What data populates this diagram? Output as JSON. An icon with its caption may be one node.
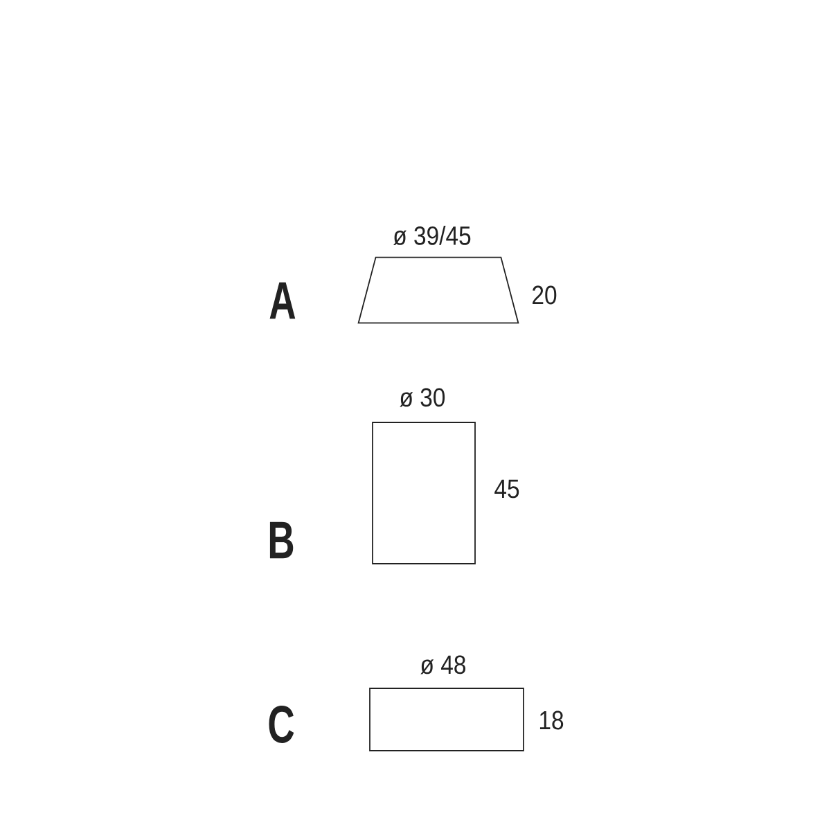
{
  "diagram": {
    "nodes": [
      {
        "text": [],
        "shape": "trapezoid",
        "beside": [
          "A",
          "ø 39/45",
          "20"
        ]
      },
      {
        "text": [],
        "shape": "box",
        "beside": [
          "B",
          "ø 30",
          "45"
        ]
      },
      {
        "text": [],
        "shape": "box",
        "beside": [
          "C",
          "ø 48",
          "18"
        ]
      }
    ]
  }
}
